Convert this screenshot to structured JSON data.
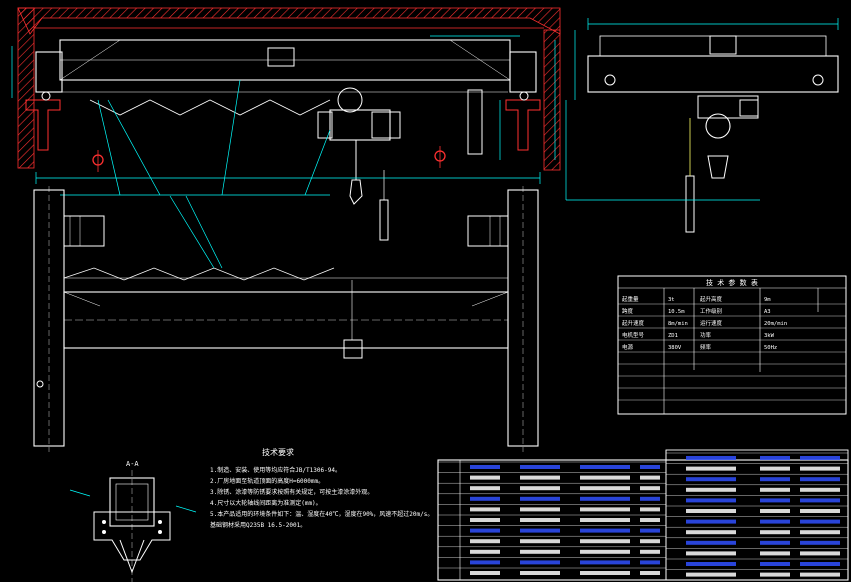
{
  "section_label": "A-A",
  "notes": {
    "title": "技术要求",
    "items": [
      "1.制造、安装、使用等均应符合JB/T1306-94。",
      "2.厂房地面至轨道顶面的高度H=6000mm。",
      "3.除锈、涂漆等防锈要求按照有关规定，可按主漆涂漆外观。",
      "4.尺寸以大轮轴线间距离为准测定(mm)。",
      "5.本产品适用的环境条件如下：温、湿度在40℃，湿度在90%，风速不超过20m/s。",
      "  基础钢材采用Q235B 16.5-2001。"
    ]
  },
  "colors": {
    "background": "#000000",
    "line": "#ffffff",
    "hatch": "#ff3030",
    "dimension": "#00ffff",
    "yellow": "#ffff66",
    "blue": "#3050ff",
    "green": "#00ff66"
  },
  "spec_table": {
    "title": "技 术 参 数 表",
    "rows": [
      [
        "起重量",
        "3t",
        "起升高度",
        "9m"
      ],
      [
        "跨度",
        "10.5m",
        "工作级别",
        "A3"
      ],
      [
        "起升速度",
        "8m/min",
        "运行速度",
        "20m/min"
      ],
      [
        "电机型号",
        "ZD1",
        "功率",
        "3kW"
      ],
      [
        "电源",
        "380V",
        "频率",
        "50Hz"
      ]
    ]
  }
}
